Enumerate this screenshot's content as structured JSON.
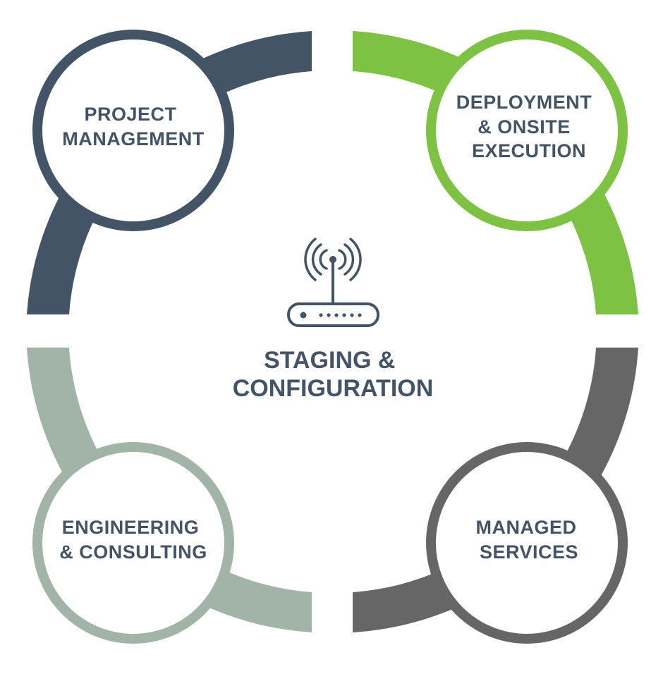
{
  "diagram": {
    "center": {
      "lines": [
        "STAGING &",
        "CONFIGURATION"
      ],
      "icon": "wireless-router-icon"
    },
    "nodes": [
      {
        "id": "project-management",
        "lines": [
          "PROJECT",
          "MANAGEMENT"
        ],
        "color": "#435466"
      },
      {
        "id": "deployment-onsite-execution",
        "lines": [
          "DEPLOYMENT",
          "& ONSITE",
          "EXECUTION"
        ],
        "color": "#7DC242"
      },
      {
        "id": "engineering-consulting",
        "lines": [
          "ENGINEERING",
          "& CONSULTING"
        ],
        "color": "#A2B4A8"
      },
      {
        "id": "managed-services",
        "lines": [
          "MANAGED",
          "SERVICES"
        ],
        "color": "#666666"
      }
    ],
    "colors": {
      "text": "#435466",
      "background": "#FFFFFF"
    }
  }
}
